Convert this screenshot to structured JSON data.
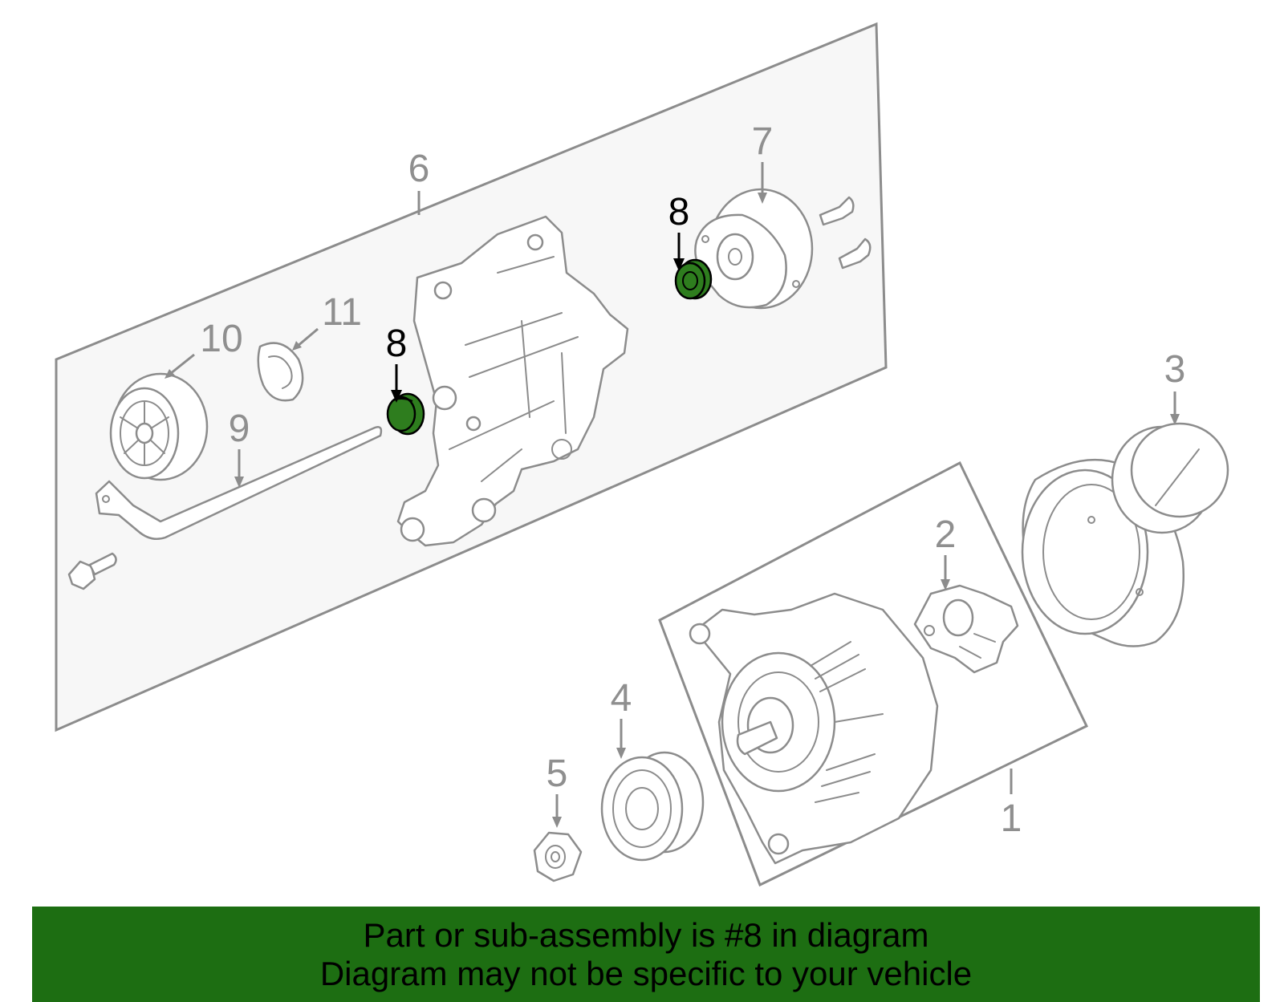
{
  "callouts": {
    "c1": "1",
    "c2": "2",
    "c3": "3",
    "c4": "4",
    "c5": "5",
    "c6": "6",
    "c7": "7",
    "c8a": "8",
    "c8b": "8",
    "c9": "9",
    "c10": "10",
    "c11": "11"
  },
  "banner": {
    "line1": "Part or sub-assembly is #8 in diagram",
    "line2": "Diagram may not be specific to your vehicle"
  },
  "colors": {
    "highlight": "#2e7d1e",
    "banner": "#1d6e12",
    "panel": "#f7f7f7",
    "line": "#8c8c8c"
  }
}
